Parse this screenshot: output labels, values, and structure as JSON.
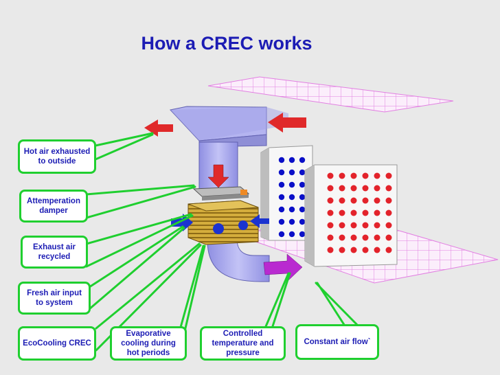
{
  "title": "How a CREC works",
  "callouts": {
    "hot_air": "Hot air exhausted to outside",
    "damper": "Attemperation damper",
    "exhaust": "Exhaust air recycled",
    "fresh_air": "Fresh air input to system",
    "ecocooling": "EcoCooling CREC",
    "evaporative": "Evaporative cooling during hot periods",
    "controlled": "Controlled temperature and pressure",
    "constant": "Constant air flow`"
  },
  "colors": {
    "title": "#1c1cb4",
    "callout_border": "#1fcf2f",
    "leader_line": "#1fcf2f",
    "duct": "#a7a7ee",
    "cooler": "#c9a438",
    "grid": "#e27fe2",
    "cold_dot": "#0b10c8",
    "hot_dot": "#e3232b",
    "hot_arrow": "#e0292a",
    "fresh_arrow": "#1b33d0",
    "output_arrow": "#b92ad0"
  }
}
